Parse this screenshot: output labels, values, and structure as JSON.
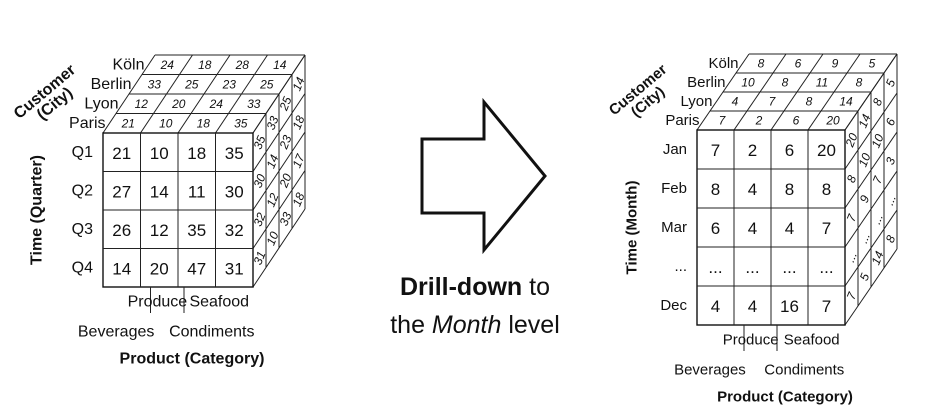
{
  "left_cube": {
    "customer_axis_label": [
      "Customer",
      "(City)"
    ],
    "time_axis_label": "Time (Quarter)",
    "product_axis_label": "Product (Category)",
    "cities": [
      "Paris",
      "Lyon",
      "Berlin",
      "Köln"
    ],
    "time_labels": [
      "Q1",
      "Q2",
      "Q3",
      "Q4"
    ],
    "categories": [
      "Beverages",
      "Produce",
      "Condiments",
      "Seafood"
    ],
    "front": [
      [
        21,
        10,
        18,
        35
      ],
      [
        27,
        14,
        11,
        30
      ],
      [
        26,
        12,
        35,
        32
      ],
      [
        14,
        20,
        47,
        31
      ]
    ],
    "top": [
      [
        21,
        10,
        18,
        35
      ],
      [
        12,
        20,
        24,
        33
      ],
      [
        33,
        25,
        23,
        25
      ],
      [
        24,
        18,
        28,
        14
      ]
    ],
    "side": [
      [
        35,
        33,
        25,
        14
      ],
      [
        30,
        14,
        23,
        18
      ],
      [
        32,
        12,
        20,
        17
      ],
      [
        31,
        10,
        33,
        18
      ]
    ]
  },
  "right_cube": {
    "customer_axis_label": [
      "Customer",
      "(City)"
    ],
    "time_axis_label": "Time (Month)",
    "product_axis_label": "Product (Category)",
    "cities": [
      "Paris",
      "Lyon",
      "Berlin",
      "Köln"
    ],
    "time_labels": [
      "Jan",
      "Feb",
      "Mar",
      "...",
      "Dec"
    ],
    "categories": [
      "Beverages",
      "Produce",
      "Condiments",
      "Seafood"
    ],
    "front": [
      [
        "7",
        "2",
        "6",
        "20"
      ],
      [
        "8",
        "4",
        "8",
        "8"
      ],
      [
        "6",
        "4",
        "4",
        "7"
      ],
      [
        "...",
        "...",
        "...",
        "..."
      ],
      [
        "4",
        "4",
        "16",
        "7"
      ]
    ],
    "top": [
      [
        "7",
        "2",
        "6",
        "20"
      ],
      [
        "4",
        "7",
        "8",
        "14"
      ],
      [
        "10",
        "8",
        "11",
        "8"
      ],
      [
        "8",
        "6",
        "9",
        "5"
      ]
    ],
    "side": [
      [
        "20",
        "14",
        "8",
        "5"
      ],
      [
        "8",
        "10",
        "10",
        "6"
      ],
      [
        "7",
        "9",
        "7",
        "3"
      ],
      [
        "...",
        "...",
        "...",
        "..."
      ],
      [
        "7",
        "5",
        "14",
        "8"
      ]
    ]
  },
  "caption": {
    "bold": "Drill-down",
    "part1": " to",
    "part2": "the ",
    "italic": "Month",
    "part3": " level"
  }
}
